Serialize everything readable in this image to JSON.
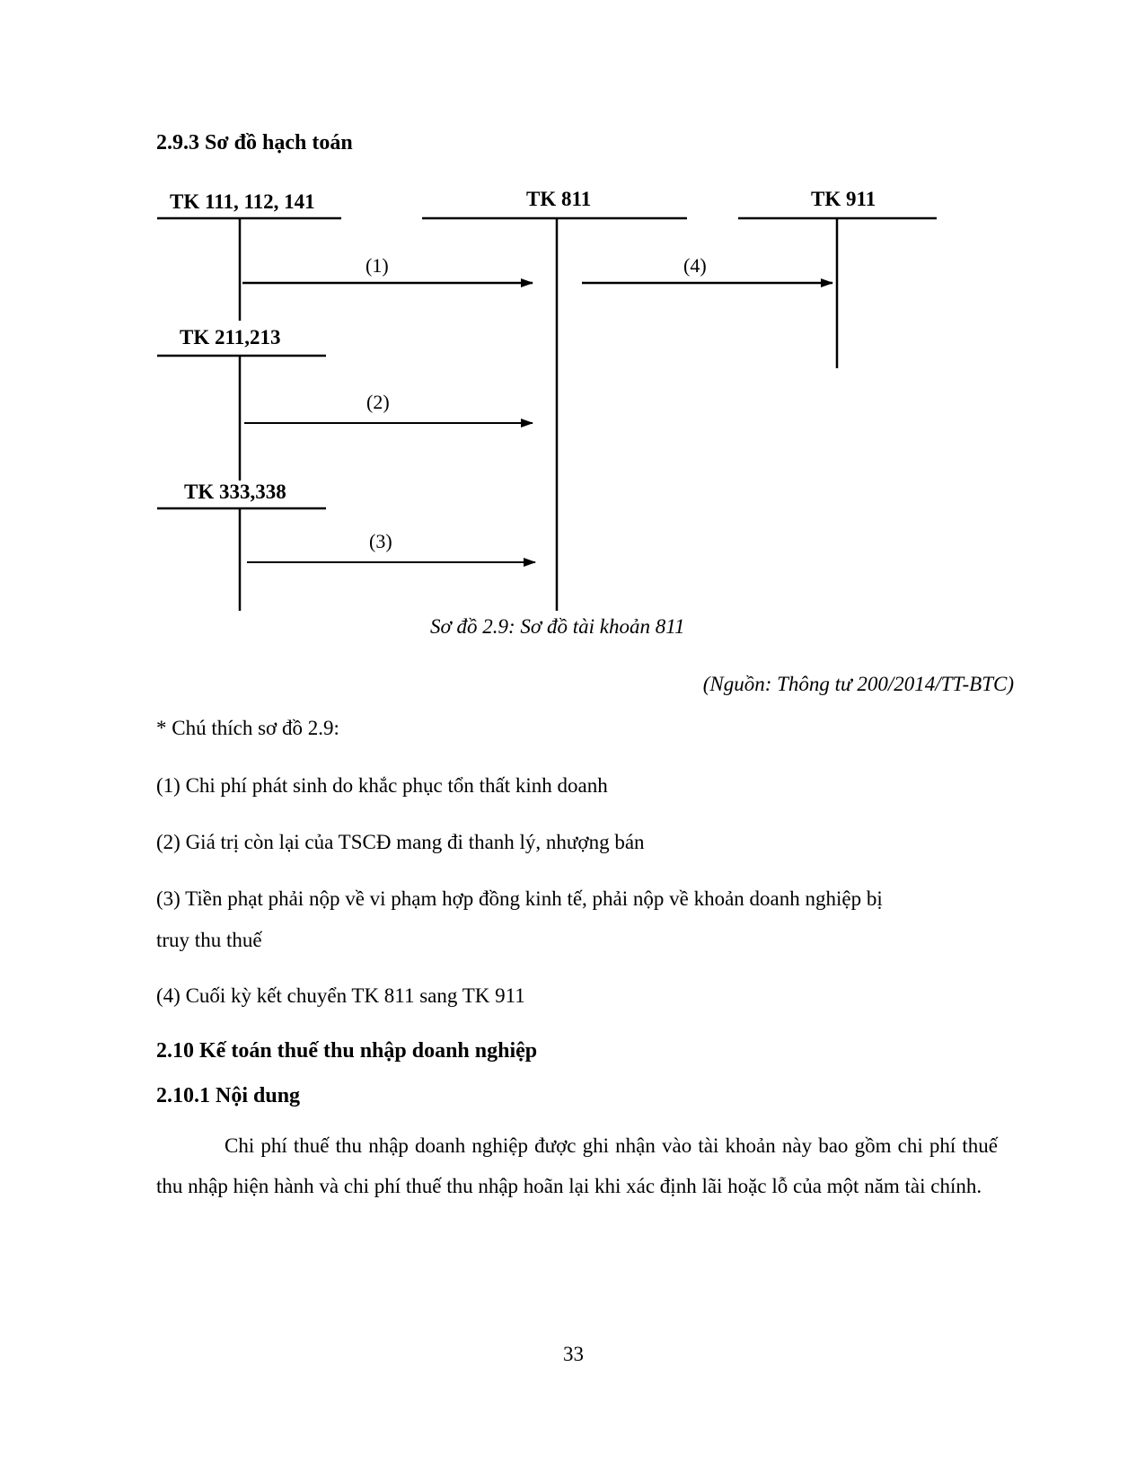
{
  "section_heading": "2.9.3 Sơ đồ hạch toán",
  "diagram": {
    "accounts": {
      "tk111": "TK 111, 112, 141",
      "tk811": "TK 811",
      "tk911": "TK 911",
      "tk211": "TK 211,213",
      "tk333": "TK 333,338"
    },
    "arrows": {
      "a1": "(1)",
      "a2": "(2)",
      "a3": "(3)",
      "a4": "(4)"
    }
  },
  "caption": "Sơ đồ 2.9: Sơ đồ tài khoản 811",
  "source": "(Nguồn: Thông tư 200/2014/TT-BTC)",
  "notes_title": "* Chú thích sơ đồ 2.9:",
  "notes": {
    "n1": "(1) Chi phí phát sinh do khắc phục tổn thất kinh doanh",
    "n2": "(2) Giá trị còn lại của TSCĐ mang đi thanh lý, nhượng bán",
    "n3_line1": "(3) Tiền phạt phải nộp về vi phạm hợp đồng kinh tế, phải nộp về khoản doanh nghiệp bị",
    "n3_line2": "truy thu thuế",
    "n4": "(4) Cuối kỳ kết chuyển TK 811 sang TK 911"
  },
  "heading_2_10": "2.10 Kế toán thuế thu nhập doanh nghiệp",
  "heading_2_10_1": "2.10.1 Nội dung",
  "paragraph": "Chi phí thuế thu nhập doanh nghiệp được ghi nhận vào tài khoản này bao gồm chi phí thuế thu nhập hiện hành và chi phí thuế thu nhập hoãn lại khi xác định lãi hoặc lỗ của một năm tài chính.",
  "page_number": "33"
}
